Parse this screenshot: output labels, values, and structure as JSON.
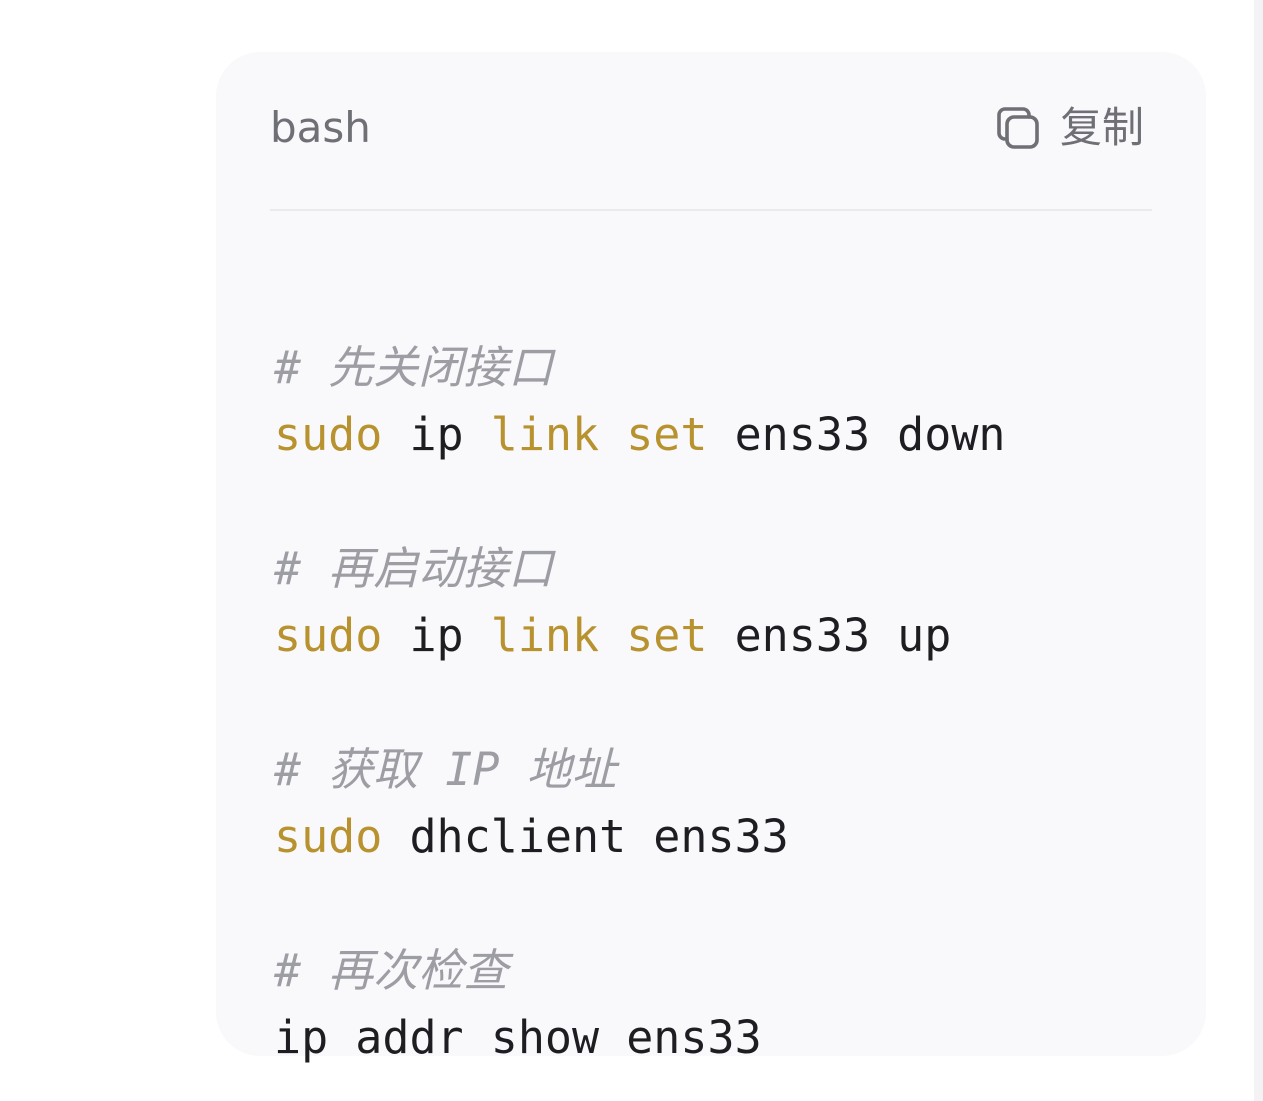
{
  "code_block": {
    "language": "bash",
    "copy_label": "复制",
    "lines": [
      [],
      [
        {
          "text": "# 先关闭接口",
          "type": "comment"
        }
      ],
      [
        {
          "text": "sudo",
          "type": "kw"
        },
        {
          "text": " ip ",
          "type": "plain"
        },
        {
          "text": "link",
          "type": "kw"
        },
        {
          "text": " ",
          "type": "plain"
        },
        {
          "text": "set",
          "type": "kw"
        },
        {
          "text": " ens33 down",
          "type": "plain"
        }
      ],
      [],
      [
        {
          "text": "# 再启动接口",
          "type": "comment"
        }
      ],
      [
        {
          "text": "sudo",
          "type": "kw"
        },
        {
          "text": " ip ",
          "type": "plain"
        },
        {
          "text": "link",
          "type": "kw"
        },
        {
          "text": " ",
          "type": "plain"
        },
        {
          "text": "set",
          "type": "kw"
        },
        {
          "text": " ens33 up",
          "type": "plain"
        }
      ],
      [],
      [
        {
          "text": "# 获取 IP 地址",
          "type": "comment"
        }
      ],
      [
        {
          "text": "sudo",
          "type": "kw"
        },
        {
          "text": " dhclient ens33",
          "type": "plain"
        }
      ],
      [],
      [
        {
          "text": "# 再次检查",
          "type": "comment"
        }
      ],
      [
        {
          "text": "ip addr show ens33",
          "type": "plain"
        }
      ]
    ]
  },
  "colors": {
    "keyword": "#b8922e",
    "comment": "#9d9da4",
    "text": "#1e1e22",
    "card_background": "#f9f9fb"
  },
  "icons": {
    "copy": "copy-icon"
  }
}
